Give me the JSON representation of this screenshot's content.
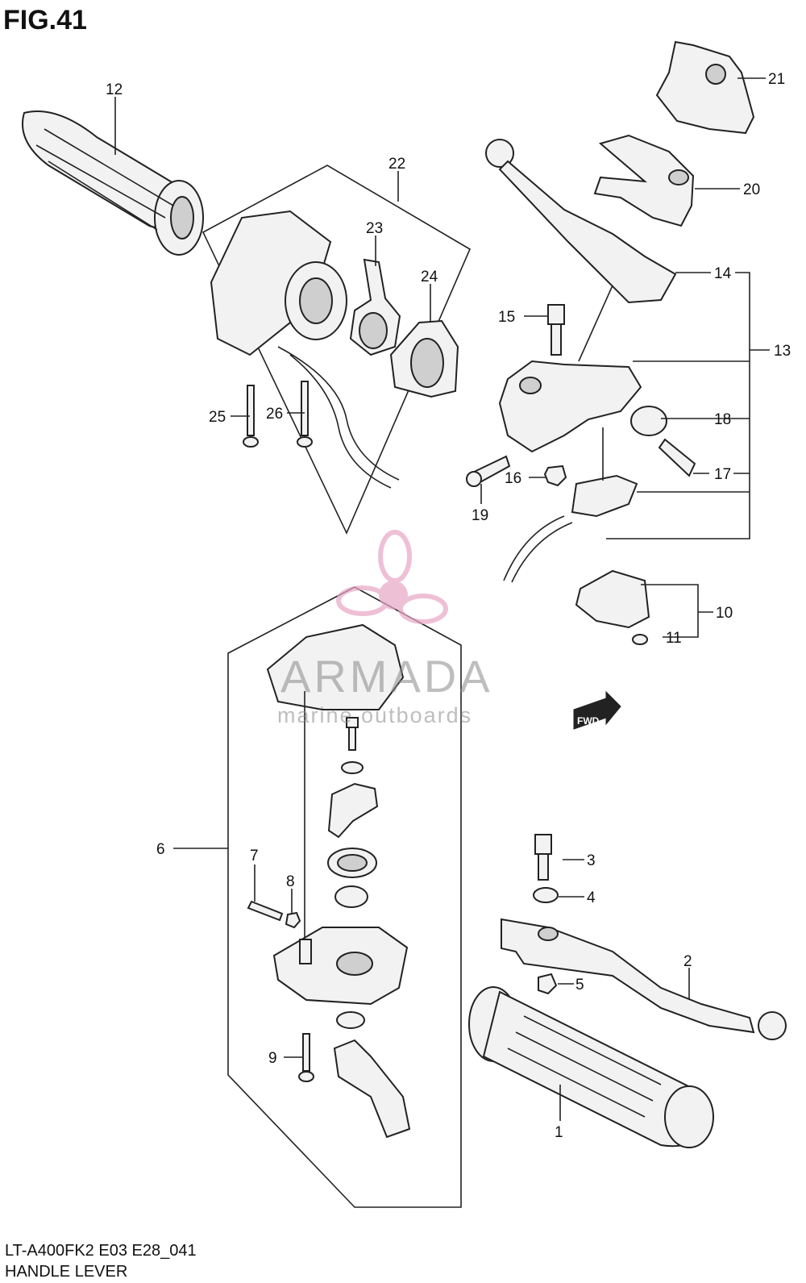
{
  "figure": {
    "title": "FIG.41",
    "model_code": "LT-A400FK2 E03 E28_041",
    "section_name": "HANDLE LEVER"
  },
  "watermark": {
    "brand": "ARMADA",
    "tagline": "marine outboards",
    "logo_color": "#e8a6c6"
  },
  "badge": {
    "fwd_label": "FWD"
  },
  "callouts": {
    "c1": "1",
    "c2": "2",
    "c3": "3",
    "c4": "4",
    "c5": "5",
    "c6": "6",
    "c7": "7",
    "c8": "8",
    "c9": "9",
    "c10": "10",
    "c11": "11",
    "c12": "12",
    "c13": "13",
    "c14": "14",
    "c15": "15",
    "c16": "16",
    "c17": "17",
    "c18": "18",
    "c19": "19",
    "c20": "20",
    "c21": "21",
    "c22": "22",
    "c23": "23",
    "c24": "24",
    "c25": "25",
    "c26": "26"
  }
}
